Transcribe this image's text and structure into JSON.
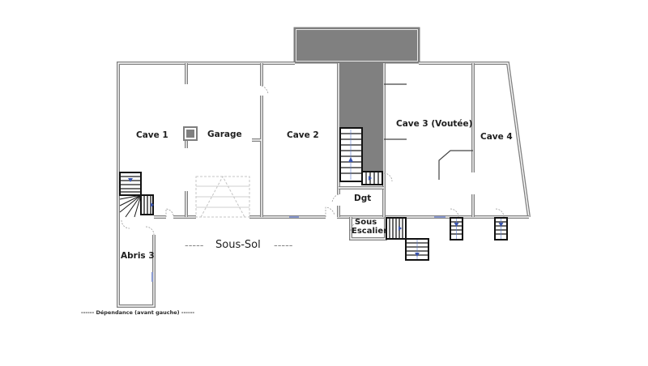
{
  "plan": {
    "title": "Sous-Sol",
    "title_prefix": "-----",
    "title_suffix": "-----",
    "caption": "------ Dépendance (avant gauche) ------",
    "colors": {
      "wall": "#7f7f7f",
      "filled_area": "#808080",
      "stair_arrow": "#3a55b0",
      "background": "#ffffff"
    }
  },
  "rooms": [
    {
      "id": "cave1",
      "label": "Cave 1"
    },
    {
      "id": "garage",
      "label": "Garage"
    },
    {
      "id": "cave2",
      "label": "Cave 2"
    },
    {
      "id": "cave3",
      "label": "Cave 3 (Voutée)"
    },
    {
      "id": "cave4",
      "label": "Cave 4"
    },
    {
      "id": "dgt",
      "label": "Dgt"
    },
    {
      "id": "sous_escalier_1",
      "label": "Sous"
    },
    {
      "id": "sous_escalier_2",
      "label": "Escalier"
    },
    {
      "id": "abris3",
      "label": "Abris 3"
    }
  ]
}
